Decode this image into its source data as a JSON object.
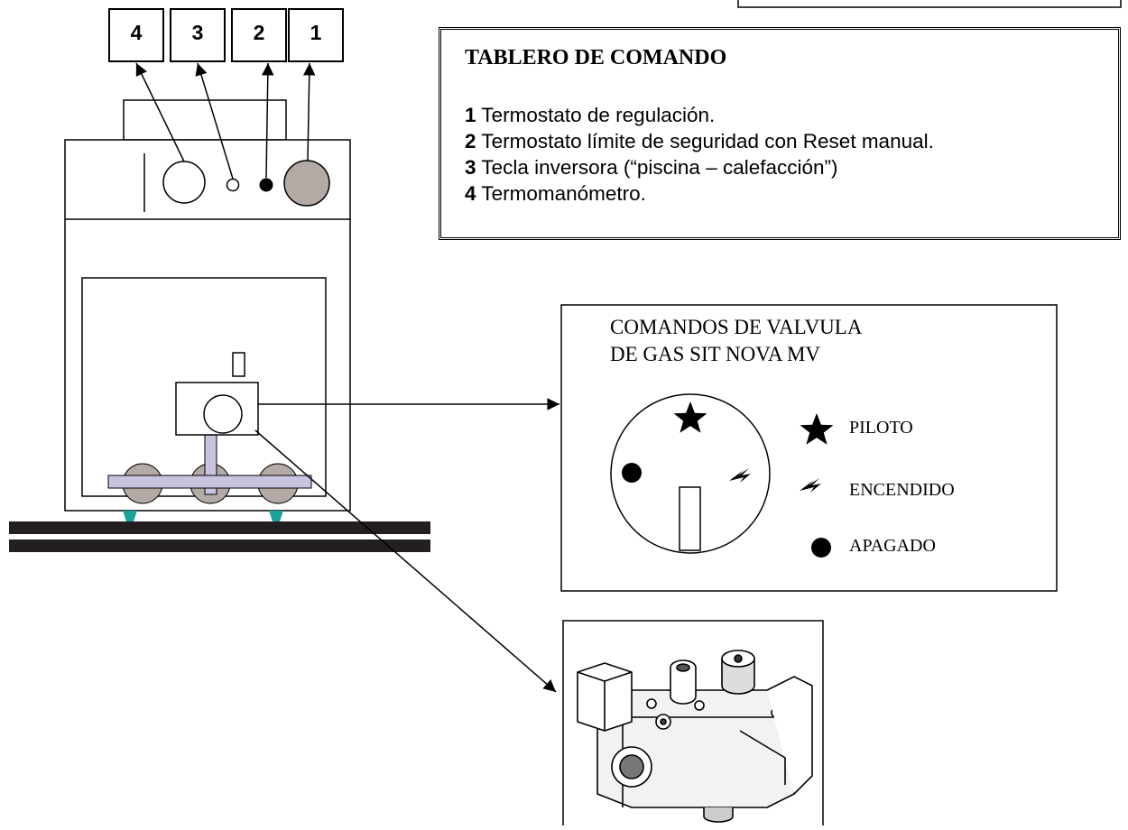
{
  "number_boxes": [
    "4",
    "3",
    "2",
    "1"
  ],
  "control_panel": {
    "title": "TABLERO DE COMANDO",
    "items": [
      {
        "num": "1",
        "text": " Termostato de regulación."
      },
      {
        "num": "2",
        "text": " Termostato límite de seguridad con Reset manual."
      },
      {
        "num": "3",
        "text": " Tecla inversora (“piscina – calefacción”)"
      },
      {
        "num": "4",
        "text": " Termomanómetro."
      }
    ]
  },
  "gas_valve": {
    "title_line1": "COMANDOS DE VALVULA",
    "title_line2": "DE GAS SIT NOVA MV",
    "legend": [
      {
        "icon": "star-icon",
        "label": "PILOTO"
      },
      {
        "icon": "flame-icon",
        "label": "ENCENDIDO"
      },
      {
        "icon": "dot-icon",
        "label": "APAGADO"
      }
    ]
  },
  "colors": {
    "knob_gray": "#b3a9a5",
    "burner_bar": "#c8c4e0",
    "foot_teal": "#1aa39a",
    "line": "#000000"
  }
}
